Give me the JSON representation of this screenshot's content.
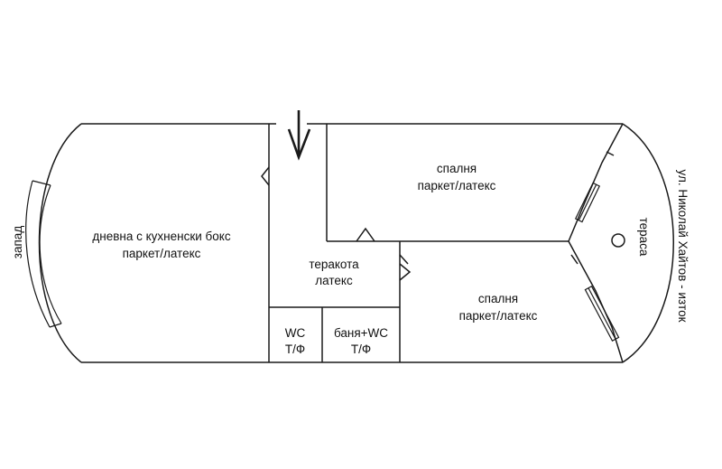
{
  "rooms": {
    "living": {
      "name": "дневна с кухненски бокс",
      "floor": "паркет/латекс"
    },
    "hall": {
      "name": "теракота",
      "floor": "латекс"
    },
    "bedroom_top": {
      "name": "спалня",
      "floor": "паркет/латекс"
    },
    "bedroom_bottom": {
      "name": "спалня",
      "floor": "паркет/латекс"
    },
    "wc": {
      "name": "WC",
      "floor": "Т/Ф"
    },
    "bath": {
      "name": "баня+WC",
      "floor": "Т/Ф"
    },
    "terrace": {
      "name": "тераса"
    }
  },
  "orientation": {
    "west": "запад",
    "east": "ул. Николай Хайтов - изток"
  },
  "colors": {
    "line": "#1a1a1a",
    "background": "#ffffff"
  }
}
